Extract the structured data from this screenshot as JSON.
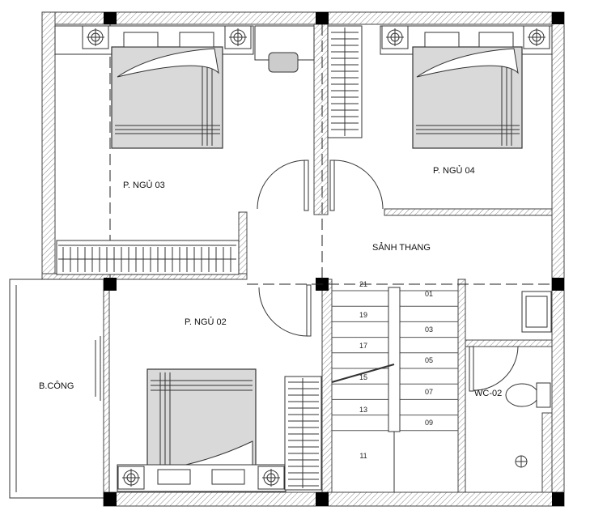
{
  "rooms": {
    "bedroom_03": "P. NGỦ 03",
    "bedroom_04": "P. NGỦ 04",
    "stair_hall": "SẢNH THANG",
    "bedroom_02": "P. NGỦ 02",
    "balcony": "B.CÔNG",
    "wc": "WC-02"
  },
  "stairs": {
    "left": [
      "21",
      "19",
      "17",
      "15",
      "13",
      "11"
    ],
    "right": [
      "01",
      "03",
      "05",
      "07",
      "09"
    ]
  },
  "colors": {
    "wall_hatch": "#888888",
    "bed_fill": "#d9d9d9",
    "column": "#000000"
  }
}
